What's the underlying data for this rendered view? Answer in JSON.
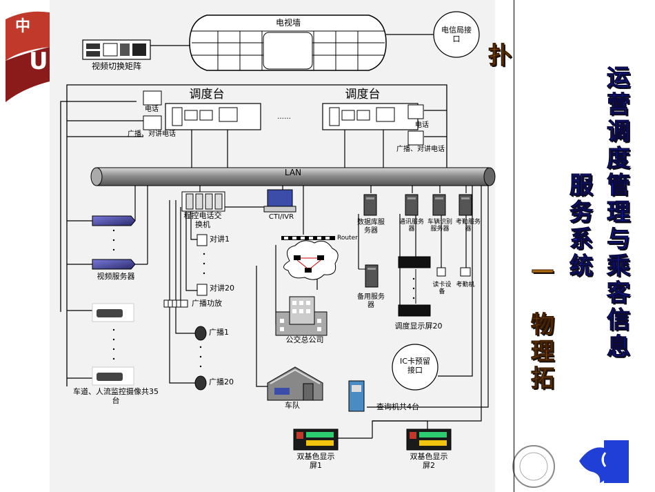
{
  "slide": {
    "logo_text": "中",
    "logo_letter": "U",
    "title_right": "运营调度管理与乘客信息",
    "title_mid": "服务系统",
    "title_dash": "—",
    "title_left_top": "扑",
    "title_left_bottom": "物理拓"
  },
  "diagram": {
    "tv_wall": "电视墙",
    "video_switch_matrix": "视频切换矩阵",
    "telecom_interface": "电信局接口",
    "console_left": "调度台",
    "console_right": "调度台",
    "phone_left": "电话",
    "broadcast_intercom_phone_left": "广播、对讲电话",
    "phone_right": "电话",
    "broadcast_intercom_phone_right": "广播、对讲电话",
    "ellipsis": "……",
    "lan": "LAN",
    "pbx": "程控电话交换机",
    "cti_ivr": "CTI/IVR",
    "router": "Router",
    "intercom_1": "对讲1",
    "intercom_20": "对讲20",
    "broadcast_amp": "广播功放",
    "broadcast_1": "广播1",
    "broadcast_20": "广播20",
    "video_server": "视频服务器",
    "db_server": "数据库服务器",
    "comm_server": "通讯服务器",
    "vehicle_id_server": "车辆识别服务器",
    "attendance_server": "考勤服务器",
    "backup_server": "备用服务器",
    "card_reader": "读卡设备",
    "attendance_machine": "考勤机",
    "dispatch_screen_20": "调度显示屏20",
    "bus_company": "公交总公司",
    "cameras": "车道、人流监控摄像共35台",
    "ic_card_interface": "IC卡预留接口",
    "fleet": "车队",
    "kiosks": "查询机共4台",
    "dual_color_screen_1": "双基色显示屏1",
    "dual_color_screen_2": "双基色显示屏2"
  }
}
